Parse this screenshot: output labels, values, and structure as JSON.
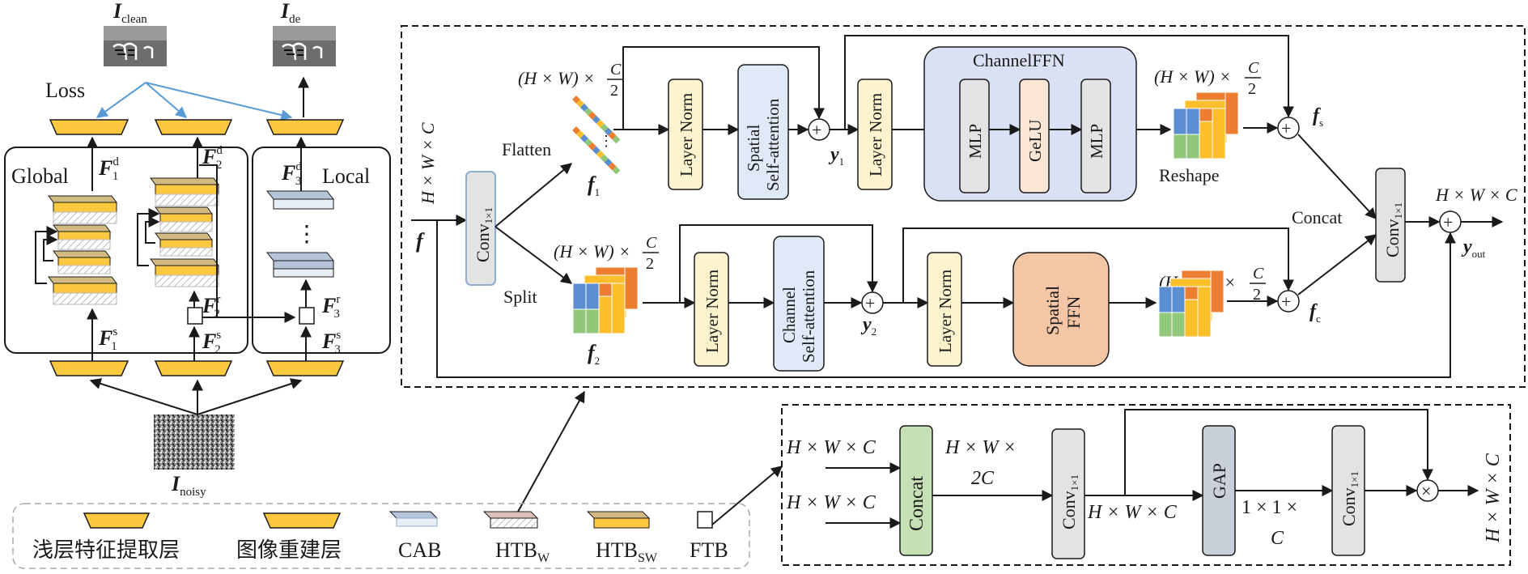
{
  "left": {
    "clean_label_main": "I",
    "clean_label_sub": "clean",
    "de_label_main": "I",
    "de_label_sub": "de",
    "noisy_label_main": "I",
    "noisy_label_sub": "noisy",
    "loss_label": "Loss",
    "global_label": "Global",
    "local_label": "Local",
    "f": "F",
    "sup_d": "d",
    "sup_s": "s",
    "sup_r": "r",
    "sub_1": "1",
    "sub_2": "2",
    "sub_3": "3",
    "dots": "⋮"
  },
  "main": {
    "hwc": "H × W × C",
    "f": "f",
    "conv_main": "Conv",
    "conv_sub": "1×1",
    "flatten": "Flatten",
    "split": "Split",
    "reshape": "Reshape",
    "concat": "Concat",
    "hw_prefix": "(H × W) ×",
    "c_num": "C",
    "c_den": "2",
    "f1_main": "f",
    "f1_sub": "1",
    "f2_main": "f",
    "f2_sub": "2",
    "y1_main": "y",
    "y1_sub": "1",
    "y2_main": "y",
    "y2_sub": "2",
    "fs_main": "f",
    "fs_sub": "s",
    "fc_main": "f",
    "fc_sub": "c",
    "yout_main": "y",
    "yout_sub": "out",
    "out_hwc": "H × W × C",
    "layer_norm": "Layer Norm",
    "spatial_sa_1": "Spatial",
    "spatial_sa_2": "Self-attention",
    "channel_sa_1": "Channel",
    "channel_sa_2": "Self-attention",
    "channel_ffn": "ChannelFFN",
    "mlp": "MLP",
    "gelu": "GeLU",
    "spatial_ffn_1": "Spatial",
    "spatial_ffn_2": "FFN",
    "plus": "+"
  },
  "ftb": {
    "in1": "H × W × C",
    "in2": "H × W × C",
    "concat": "Concat",
    "hw2c_1": "H × W ×",
    "hw2c_2": "2C",
    "conv_main": "Conv",
    "conv_sub": "1×1",
    "mid_hwc": "H × W × C",
    "gap": "GAP",
    "c11_1": "1 × 1 ×",
    "c11_2": "C",
    "out_hwc": "H × W × C",
    "times": "×"
  },
  "legend": {
    "shallow": "浅层特征提取层",
    "recon": "图像重建层",
    "cab": "CAB",
    "htbw_main": "HTB",
    "htbw_sub": "W",
    "htbsw_main": "HTB",
    "htbsw_sub": "SW",
    "ftb": "FTB"
  },
  "colors": {
    "trapezoid": "#fcc840",
    "layer_norm": "#fdf4cf",
    "self_attention": "#dfe9f7",
    "channel_ffn": "#dbe1f4",
    "mlp": "#e3e3e3",
    "gelu": "#fbe6d6",
    "spatial_ffn": "#f5c6a5",
    "concat": "#c5e0b4",
    "gap": "#c9d0da",
    "cab": "#b5c4d8",
    "htb_sw": "#d1bb82",
    "htb_w": "#dbc0b8",
    "grid_blue": "#5b8ed0",
    "grid_orange": "#ed7d31",
    "grid_yellow": "#fcbf2b",
    "grid_green": "#91c77a",
    "loss_arrow": "#5a9bd5"
  }
}
